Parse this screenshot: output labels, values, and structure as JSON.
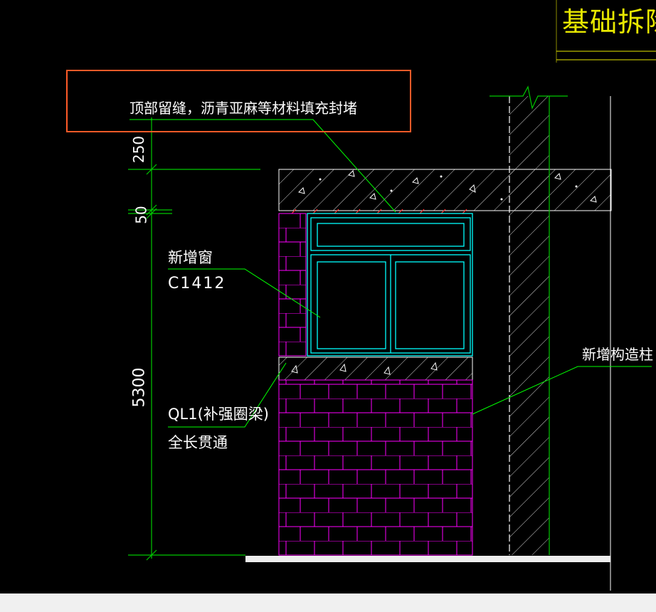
{
  "title": "基础拆除",
  "note": "顶部留缝，沥青亚麻等材料填充封堵",
  "dimensions": [
    "250",
    "50",
    "5300"
  ],
  "window_label": {
    "name": "新增窗",
    "code": "C1412"
  },
  "beam_label": {
    "line1": "QL1(补强圈梁)",
    "line2": "全长贯通"
  },
  "column_label": "新增构造柱",
  "colors": {
    "background": "#000000",
    "title": "#e8e800",
    "highlight_box": "#ff5a28",
    "dimension_lines": "#00c800",
    "brick": "#ff00ff",
    "window": "#00ffff",
    "hatch": "#ffffff",
    "leader": "#00ff00"
  }
}
